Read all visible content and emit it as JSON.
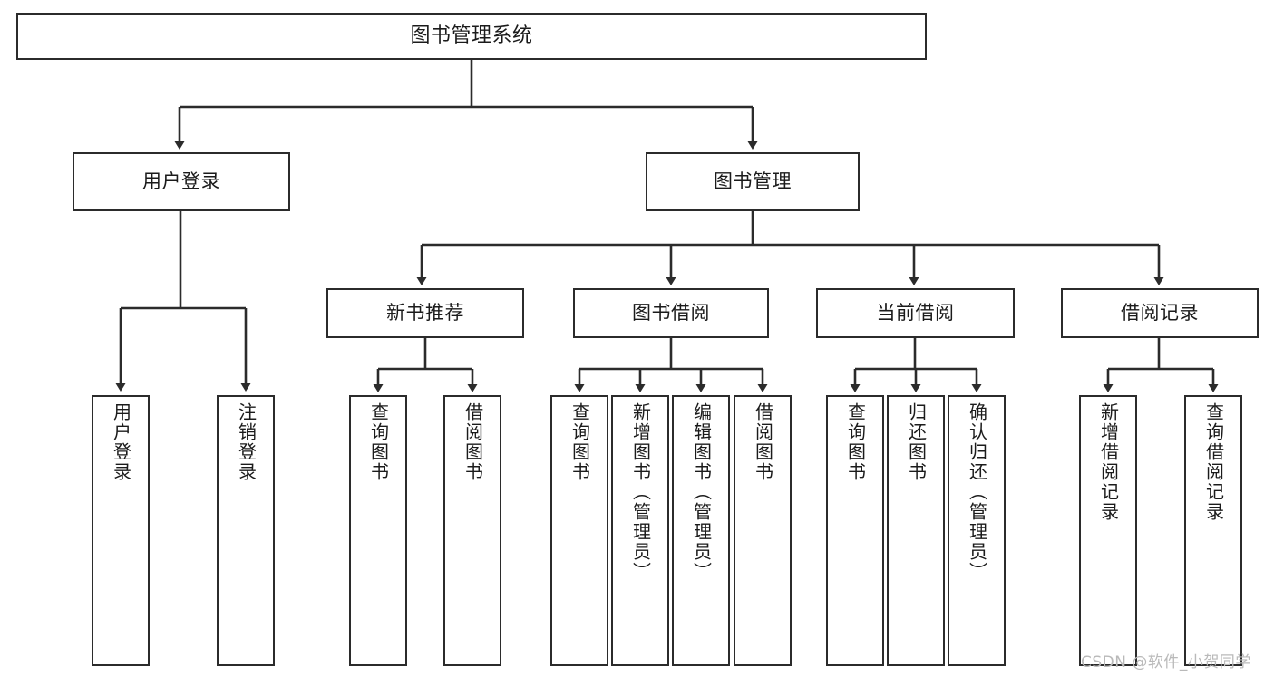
{
  "diagram": {
    "type": "tree-hierarchy-flowchart",
    "title": "图书管理系统",
    "nodes": {
      "root": {
        "label": "图书管理系统"
      },
      "level2": [
        {
          "id": "user-login",
          "label": "用户登录"
        },
        {
          "id": "book-management",
          "label": "图书管理"
        }
      ],
      "level3": [
        {
          "id": "new-book-recommend",
          "label": "新书推荐",
          "parent": "book-management"
        },
        {
          "id": "book-borrow",
          "label": "图书借阅",
          "parent": "book-management"
        },
        {
          "id": "current-borrow",
          "label": "当前借阅",
          "parent": "book-management"
        },
        {
          "id": "borrow-record",
          "label": "借阅记录",
          "parent": "book-management"
        }
      ],
      "leaves": [
        {
          "id": "leaf-user-login",
          "label": "用户登录",
          "parent": "user-login"
        },
        {
          "id": "leaf-logout-login",
          "label": "注销登录",
          "parent": "user-login"
        },
        {
          "id": "leaf-query-book-1",
          "label": "查询图书",
          "parent": "new-book-recommend"
        },
        {
          "id": "leaf-borrow-book-1",
          "label": "借阅图书",
          "parent": "new-book-recommend"
        },
        {
          "id": "leaf-query-book-2",
          "label": "查询图书",
          "parent": "book-borrow"
        },
        {
          "id": "leaf-add-book",
          "label": "新增图书（管理员）",
          "parent": "book-borrow"
        },
        {
          "id": "leaf-edit-book",
          "label": "编辑图书（管理员）",
          "parent": "book-borrow"
        },
        {
          "id": "leaf-borrow-book-2",
          "label": "借阅图书",
          "parent": "book-borrow"
        },
        {
          "id": "leaf-query-book-3",
          "label": "查询图书",
          "parent": "current-borrow"
        },
        {
          "id": "leaf-return-book",
          "label": "归还图书",
          "parent": "current-borrow"
        },
        {
          "id": "leaf-confirm-return",
          "label": "确认归还（管理员）",
          "parent": "current-borrow"
        },
        {
          "id": "leaf-add-record",
          "label": "新增借阅记录",
          "parent": "borrow-record"
        },
        {
          "id": "leaf-query-record",
          "label": "查询借阅记录",
          "parent": "borrow-record"
        }
      ]
    },
    "watermark": "CSDN @软件_小贺同学",
    "colors": {
      "stroke": "#2b2b2b",
      "fill": "#ffffff",
      "text": "#1b1b1b",
      "watermark": "#b9b9b9"
    }
  }
}
